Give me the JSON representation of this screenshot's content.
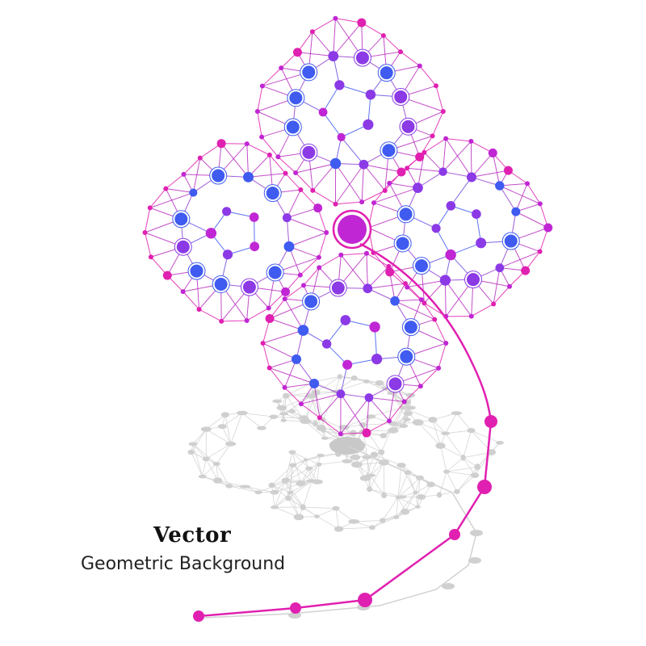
{
  "caption": {
    "title": "Vector",
    "subtitle": "Geometric Background"
  },
  "colors": {
    "pink": "#e020b0",
    "magenta": "#c026d3",
    "purple": "#8b3ae6",
    "blue": "#3f5bf0",
    "shadow": "#cfcfcf",
    "shadow_line": "#d6d6d6",
    "background": "#ffffff"
  },
  "illustration": {
    "subject": "four-leaf-clover",
    "style": "polygonal network of nodes and lines",
    "has_stem": true,
    "has_shadow": true
  }
}
